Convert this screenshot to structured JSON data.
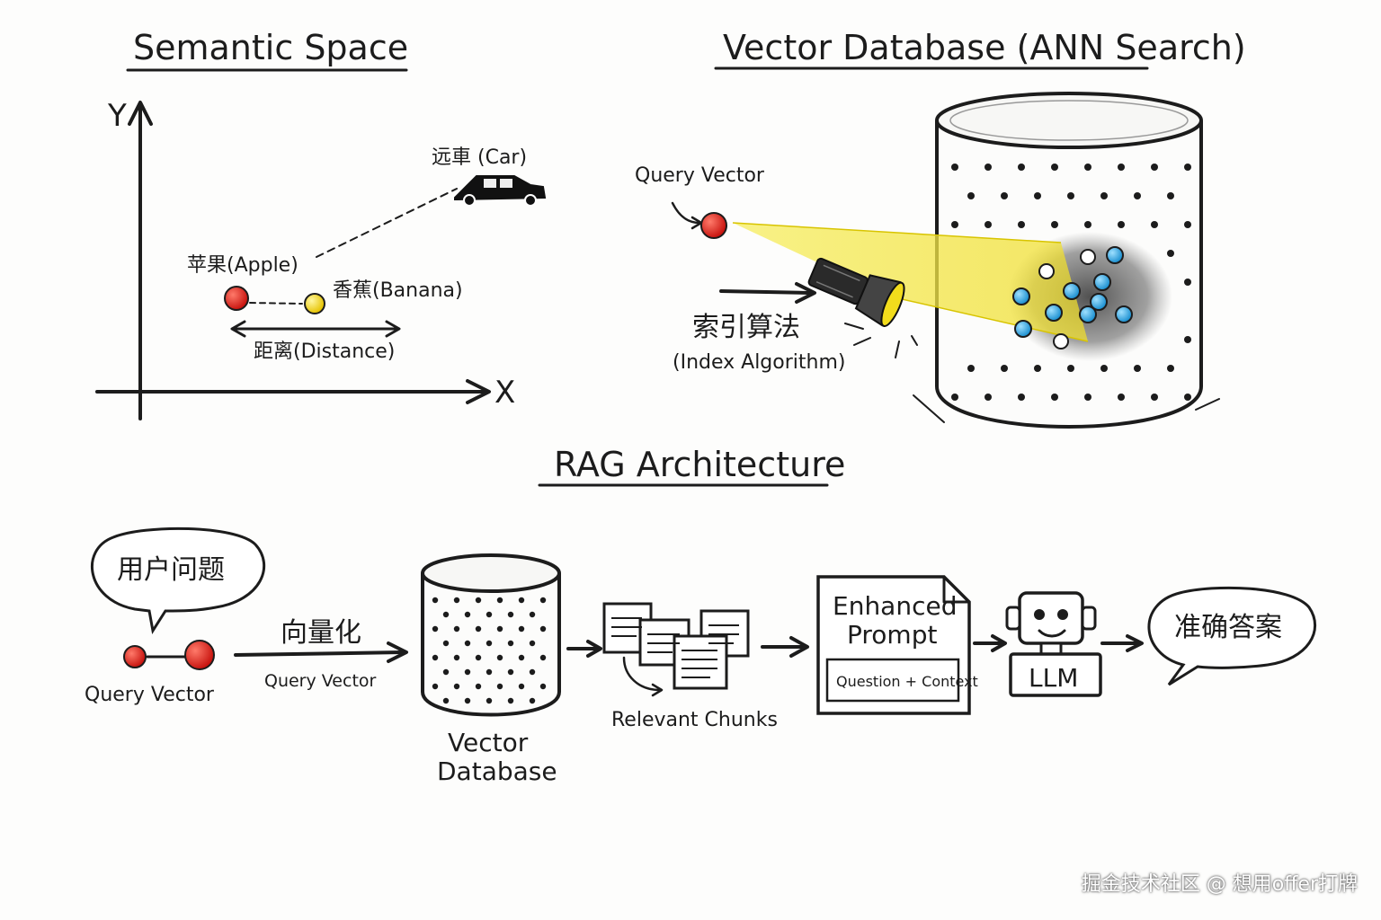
{
  "semantic_space": {
    "title": "Semantic Space",
    "axis_y": "Y",
    "axis_x": "X",
    "car_label": "远車 (Car)",
    "apple_label": "苹果(Apple)",
    "banana_label": "香蕉(Banana)",
    "distance_label": "距离(Distance)"
  },
  "vector_db": {
    "title": "Vector Database (ANN Search)",
    "query_vector_label": "Query Vector",
    "index_algorithm_cn": "索引算法",
    "index_algorithm_en": "(Index Algorithm)"
  },
  "rag": {
    "title": "RAG Architecture",
    "user_question": "用户问题",
    "query_vector_label": "Query Vector",
    "vectorize_cn": "向量化",
    "vectorize_en": "Query Vector",
    "vector_db_line1": "Vector",
    "vector_db_line2": "Database",
    "relevant_chunks": "Relevant Chunks",
    "enhanced_line1": "Enhanced",
    "enhanced_line2": "Prompt",
    "question_context": "Question + Context",
    "llm": "LLM",
    "answer": "准确答案"
  },
  "colors": {
    "ink": "#1c1c1c",
    "red_dot": "#d9221c",
    "yellow_dot": "#f0d21a",
    "blue_dot": "#2aa7e6",
    "beam": "#f3e63a"
  },
  "watermark": "掘金技术社区 @ 想用offer打牌"
}
